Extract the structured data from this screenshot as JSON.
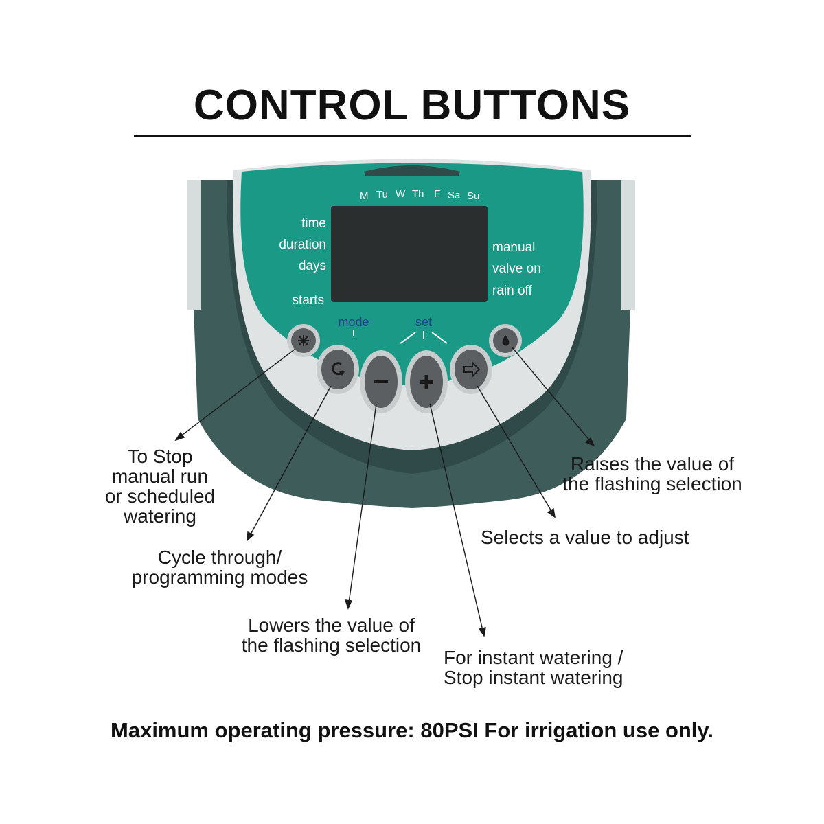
{
  "title": "CONTROL BUTTONS",
  "panel": {
    "days": [
      "M",
      "Tu",
      "W",
      "Th",
      "F",
      "Sa",
      "Su"
    ],
    "left_labels": [
      "time",
      "duration",
      "days",
      "starts"
    ],
    "right_labels": [
      "manual",
      "valve on",
      "rain off"
    ],
    "mode_label": "mode",
    "set_label": "set"
  },
  "buttons": [
    {
      "id": "stop",
      "icon": "sprinkler-off-icon"
    },
    {
      "id": "mode",
      "icon": "cycle-arrow-icon"
    },
    {
      "id": "minus",
      "icon": "minus-icon"
    },
    {
      "id": "plus",
      "icon": "plus-icon"
    },
    {
      "id": "select",
      "icon": "right-arrow-icon"
    },
    {
      "id": "water",
      "icon": "water-drop-icon"
    }
  ],
  "callouts": {
    "stop": [
      "To Stop",
      "manual run",
      "or scheduled",
      "watering"
    ],
    "mode": [
      "Cycle through/",
      "programming modes"
    ],
    "minus": [
      "Lowers the value of",
      "the flashing selection"
    ],
    "water": [
      "For instant watering /",
      "Stop instant watering"
    ],
    "select": [
      "Selects a value to adjust"
    ],
    "plus": [
      "Raises the value of",
      "the flashing selection"
    ]
  },
  "footer": "Maximum operating pressure: 80PSI For irrigation use only.",
  "colors": {
    "housing": "#3e5c5a",
    "housing_dark": "#2f4a48",
    "panel_teal": "#1a9a86",
    "bezel": "#dfe3e3",
    "screen": "#2b2e2e",
    "button": "#5b5f62",
    "button_ring": "#c9cccd",
    "label_blue": "#1f3f8f"
  }
}
